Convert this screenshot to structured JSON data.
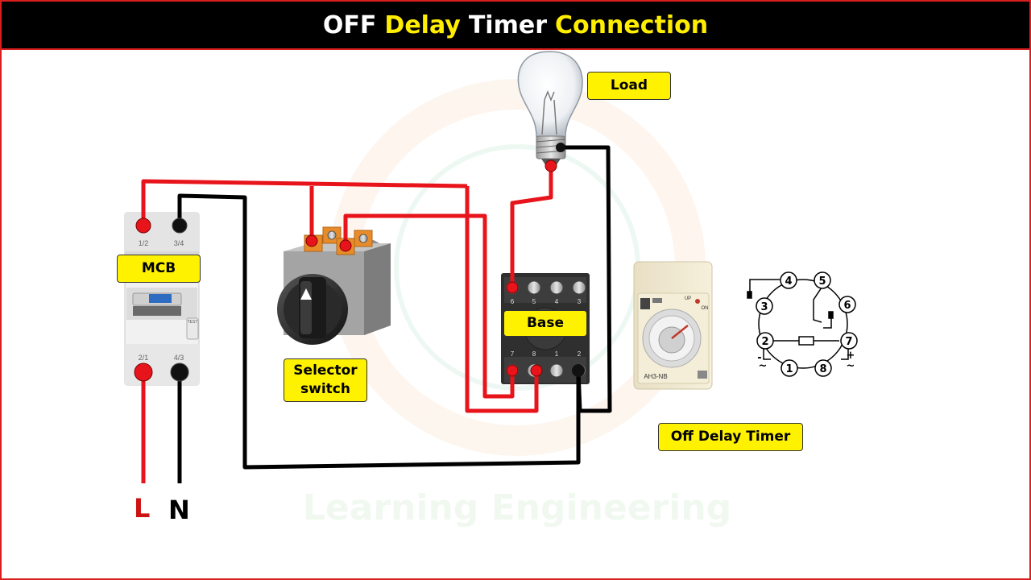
{
  "title": {
    "part1": "OFF",
    "part2": "Delay",
    "part3": "Timer",
    "part4": "Connection"
  },
  "labels": {
    "load": "Load",
    "mcb": "MCB",
    "selector_line1": "Selector",
    "selector_line2": "switch",
    "base": "Base",
    "off_delay_timer": "Off Delay Timer"
  },
  "terminals": {
    "line": "L",
    "neutral": "N"
  },
  "mcb_marks": {
    "top_left": "1/2",
    "top_right": "3/4",
    "bottom_left": "2/1",
    "bottom_right": "4/3",
    "test": "TEST"
  },
  "base_pins": {
    "top": [
      "6",
      "5",
      "4",
      "3"
    ],
    "bottom": [
      "7",
      "8",
      "1",
      "2"
    ]
  },
  "timer_face": {
    "model": "AH3-NB",
    "up": "UP",
    "on": "ON"
  },
  "pin_diagram": {
    "pins": [
      "1",
      "2",
      "3",
      "4",
      "5",
      "6",
      "7",
      "8"
    ],
    "minus": "-",
    "plus": "+",
    "ac": "~"
  },
  "watermark": "Learning Engineering",
  "colors": {
    "live_wire": "#e8141b",
    "neutral_wire": "#000000",
    "label_bg": "#fff200",
    "title_yellow": "#ffee00",
    "frame": "#d91e1e"
  }
}
